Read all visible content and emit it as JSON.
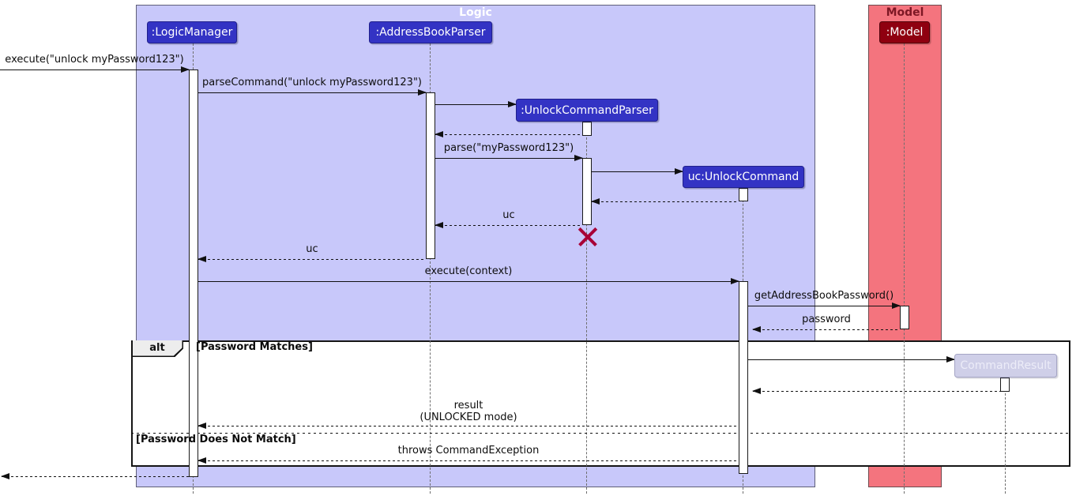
{
  "frames": {
    "logic": {
      "title": "Logic"
    },
    "model": {
      "title": "Model"
    }
  },
  "participants": {
    "logic_manager": {
      "label": ":LogicManager"
    },
    "address_book_parser": {
      "label": ":AddressBookParser"
    },
    "unlock_command_parser": {
      "label": ":UnlockCommandParser"
    },
    "unlock_command": {
      "label": "uc:UnlockCommand"
    },
    "model": {
      "label": ":Model"
    },
    "command_result": {
      "label": "CommandResult"
    }
  },
  "messages": {
    "execute_unlock": "execute(\"unlock myPassword123\")",
    "parse_command": "parseCommand(\"unlock myPassword123\")",
    "parse_password": "parse(\"myPassword123\")",
    "uc_return_to_parser": "uc",
    "uc_return_to_manager": "uc",
    "execute_context": "execute(context)",
    "get_address_book_password": "getAddressBookPassword()",
    "password_return": "password",
    "result_line1": "result",
    "result_line2": "(UNLOCKED mode)",
    "throws_command_exception": "throws CommandException"
  },
  "alt_block": {
    "operator": "alt",
    "guard_match": "[Password Matches]",
    "guard_no_match": "[Password Does Not Match]"
  },
  "colors": {
    "logic_frame_fill": "#C8C8FA",
    "model_frame_fill": "#F4747E",
    "logic_participant_fill": "#3333C4",
    "model_participant_fill": "#8F0010",
    "created_participant_fill": "#CFCFE8",
    "destroy_x": "#A80036",
    "model_title_text": "#7D1724"
  }
}
